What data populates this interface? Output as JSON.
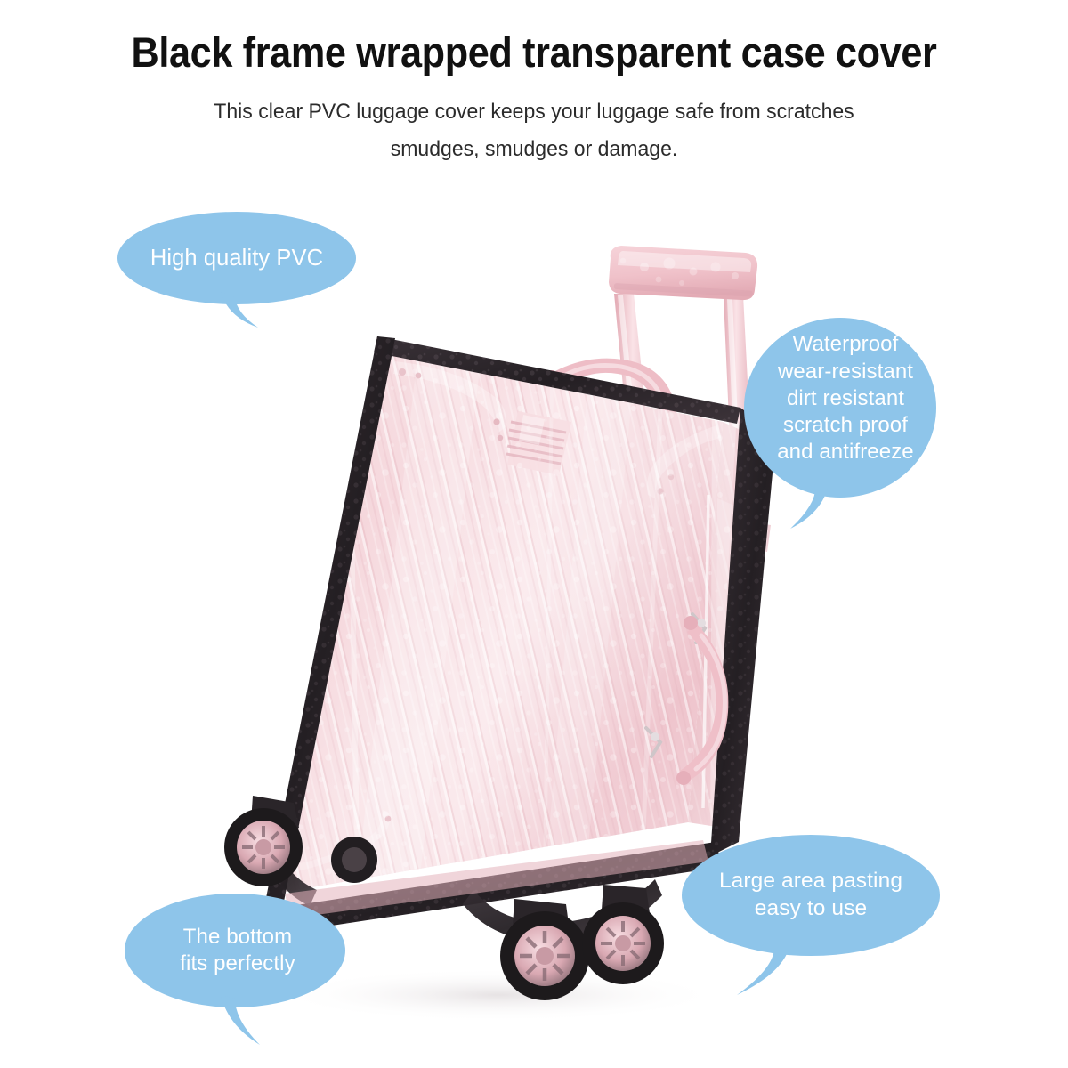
{
  "header": {
    "title": "Black frame wrapped transparent case cover",
    "subtitle_lines": [
      "This clear PVC luggage cover keeps your luggage safe from scratches",
      "smudges, smudges or damage."
    ]
  },
  "callouts": [
    {
      "id": "high-quality-pvc",
      "lines": [
        "High quality PVC"
      ],
      "tail": "down-right"
    },
    {
      "id": "waterproof",
      "lines": [
        "Waterproof",
        "wear-resistant",
        "dirt resistant",
        "scratch proof",
        "and antifreeze"
      ],
      "tail": "down-left"
    },
    {
      "id": "bottom-fits",
      "lines": [
        "The bottom",
        "fits perfectly"
      ],
      "tail": "down-right"
    },
    {
      "id": "large-area",
      "lines": [
        "Large area pasting",
        "easy to use"
      ],
      "tail": "down-left"
    }
  ],
  "product": {
    "name": "pink-ribbed-hardshell-suitcase-with-clear-pvc-cover",
    "description": "Rose pink ribbed hard-shell rolling suitcase covered by a transparent PVC luggage cover with black trim, telescoping handle raised, four spinner wheels"
  },
  "colors": {
    "bubble_blue": "#8EC5EA",
    "bubble_text": "#ffffff",
    "title_black": "#111111",
    "subtitle_gray": "#2b2b2b",
    "luggage_pink": "#F2CFD4",
    "luggage_pink_light": "#F9E2E6",
    "luggage_pink_dark": "#E0AFB8",
    "cover_trim_black": "#2a2428",
    "wheel_black": "#1d1a1c",
    "background": "#ffffff"
  }
}
